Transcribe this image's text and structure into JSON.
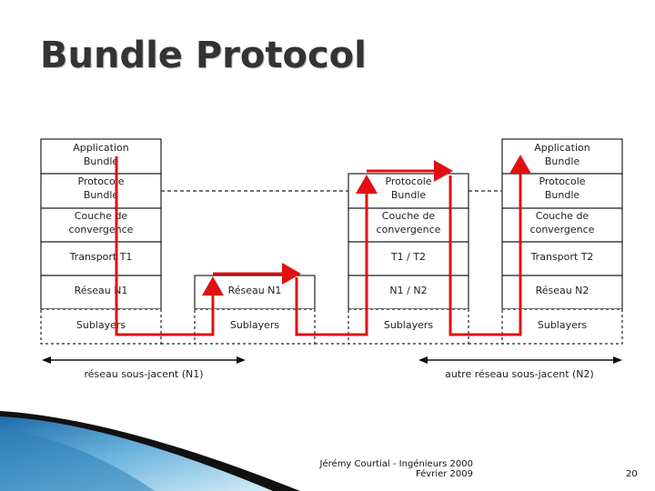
{
  "slide": {
    "title": "Bundle Protocol",
    "footer_line1": "Jérémy Courtial - Ingénieurs 2000",
    "footer_line2": "Février 2009",
    "page_number": "20"
  },
  "diagram": {
    "stack_left": {
      "layers": [
        [
          "Application",
          "Bundle"
        ],
        [
          "Protocole",
          "Bundle"
        ],
        [
          "Couche de",
          "convergence"
        ],
        [
          "Transport T1"
        ],
        [
          "Réseau N1"
        ],
        [
          "Sublayers"
        ]
      ]
    },
    "stack_router": {
      "layers": [
        [
          "Réseau N1"
        ],
        [
          "Sublayers"
        ]
      ]
    },
    "stack_gateway": {
      "layers": [
        [
          "Protocole",
          "Bundle"
        ],
        [
          "Couche de",
          "convergence"
        ],
        [
          "T1 / T2"
        ],
        [
          "N1 / N2"
        ],
        [
          "Sublayers"
        ]
      ]
    },
    "stack_right": {
      "layers": [
        [
          "Application",
          "Bundle"
        ],
        [
          "Protocole",
          "Bundle"
        ],
        [
          "Couche de",
          "convergence"
        ],
        [
          "Transport T2"
        ],
        [
          "Réseau N2"
        ],
        [
          "Sublayers"
        ]
      ]
    },
    "range_left": "réseau sous-jacent (N1)",
    "range_right": "autre réseau sous-jacent (N2)",
    "colors": {
      "arrow": "#e01010",
      "border": "#222222",
      "accent_blue": "#2a7fb8"
    }
  }
}
